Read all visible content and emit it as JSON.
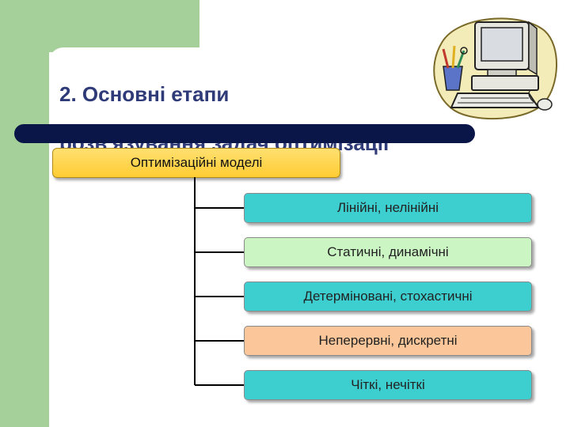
{
  "title": {
    "line1": "2. Основні етапи",
    "line2": "розв'язування задач оптимізації"
  },
  "diagram": {
    "root": "Оптимізаційні моделі",
    "children": [
      {
        "label": "Лінійні, нелінійні",
        "color": "#3dcfd0"
      },
      {
        "label": "Статичні, динамічні",
        "color": "#ccf5c4"
      },
      {
        "label": "Детерміновані, стохастичні",
        "color": "#3dcfd0"
      },
      {
        "label": "Неперервні, дискретні",
        "color": "#fbc79a"
      },
      {
        "label": "Чіткі, нечіткі",
        "color": "#3dcfd0"
      }
    ]
  },
  "colors": {
    "accent_green": "#a5d09a",
    "title_text": "#2f3b78",
    "rule": "#0a1548",
    "root_fill": "#ffcc33"
  },
  "icons": {
    "clipart": "computer-clipart-icon"
  }
}
